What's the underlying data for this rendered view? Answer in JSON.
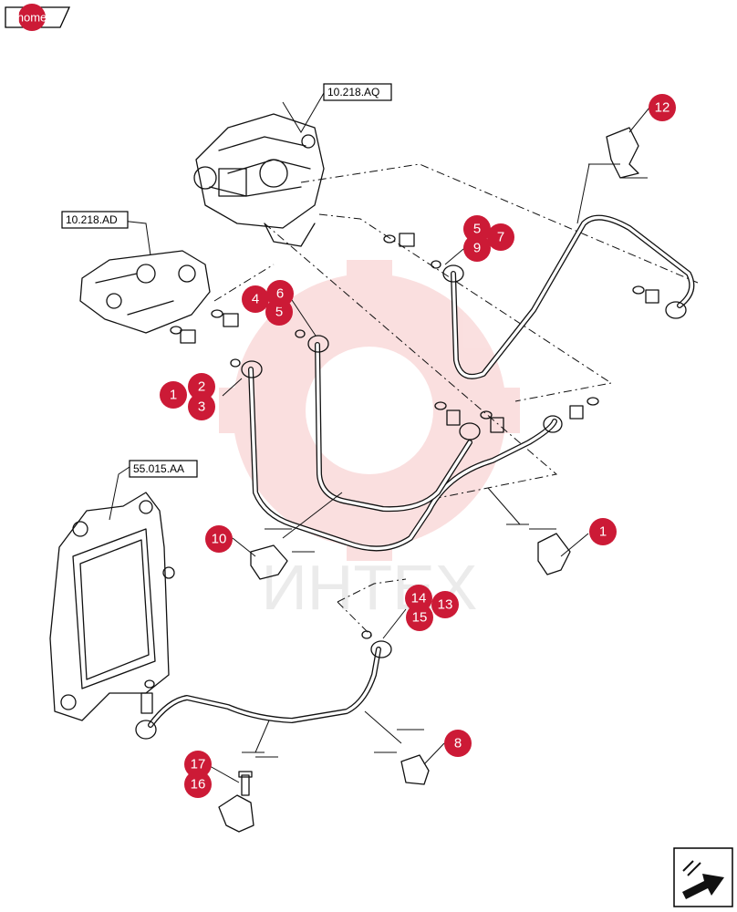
{
  "nav": {
    "home_label": "home"
  },
  "ref_labels": [
    {
      "id": "pump",
      "text": "10.218.AQ"
    },
    {
      "id": "housing",
      "text": "10.218.AD"
    },
    {
      "id": "ecu",
      "text": "55.015.AA"
    }
  ],
  "callouts": [
    "1",
    "2",
    "3",
    "4",
    "5",
    "6",
    "5",
    "7",
    "9",
    "10",
    "1",
    "12",
    "14",
    "13",
    "15",
    "8",
    "17",
    "16"
  ],
  "watermark": "ИНТЕХ",
  "colors": {
    "callout": "#cc1a36",
    "watermark": "#f2a5a5"
  },
  "icons": {
    "next_page": "arrow-next-icon"
  }
}
